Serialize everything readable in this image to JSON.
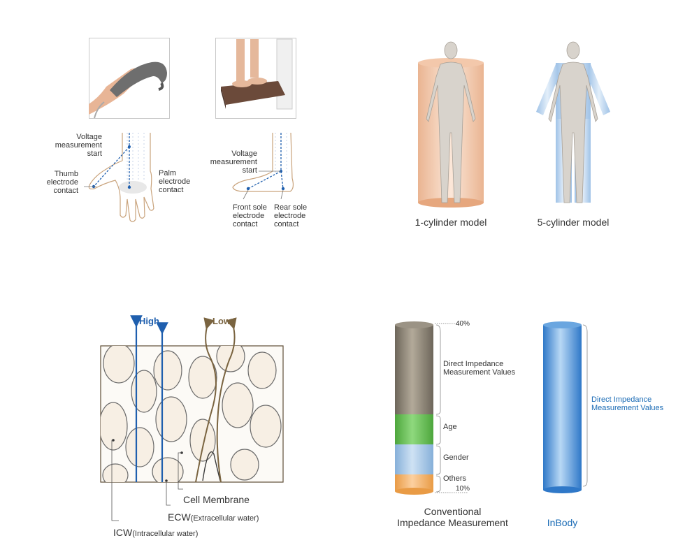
{
  "hand_foot": {
    "hand_labels": {
      "voltage": "Voltage\nmeasurement\nstart",
      "thumb": "Thumb\nelectrode\ncontact",
      "palm": "Palm\nelectrode\ncontact"
    },
    "foot_labels": {
      "voltage": "Voltage\nmeasurement\nstart",
      "front": "Front sole\nelectrode\ncontact",
      "rear": "Rear sole\nelectrode\ncontact"
    }
  },
  "cylinder_models": {
    "one": "1-cylinder model",
    "five": "5-cylinder model"
  },
  "tissue": {
    "high": "High",
    "low": "Low",
    "cell_membrane": "Cell Membrane",
    "ecw_main": "ECW",
    "ecw_sub": "(Extracellular water)",
    "icw_main": "ICW",
    "icw_sub": "(Intracellular water)"
  },
  "impedance": {
    "top_pct": "40%",
    "bottom_pct": "10%",
    "segments": {
      "direct": "Direct Impedance\nMeasurement Values",
      "age": "Age",
      "gender": "Gender",
      "others": "Others"
    },
    "inbody_label": "Direct Impedance\nMeasurement Values",
    "conventional_caption": "Conventional\nImpedance Measurement",
    "inbody_caption": "InBody",
    "colors": {
      "direct": "#8c8476",
      "age": "#6cc35a",
      "gender": "#a9cbe9",
      "others": "#f7b56c",
      "inbody": "#4a90d9",
      "inbody_text": "#1a6bb5"
    }
  }
}
